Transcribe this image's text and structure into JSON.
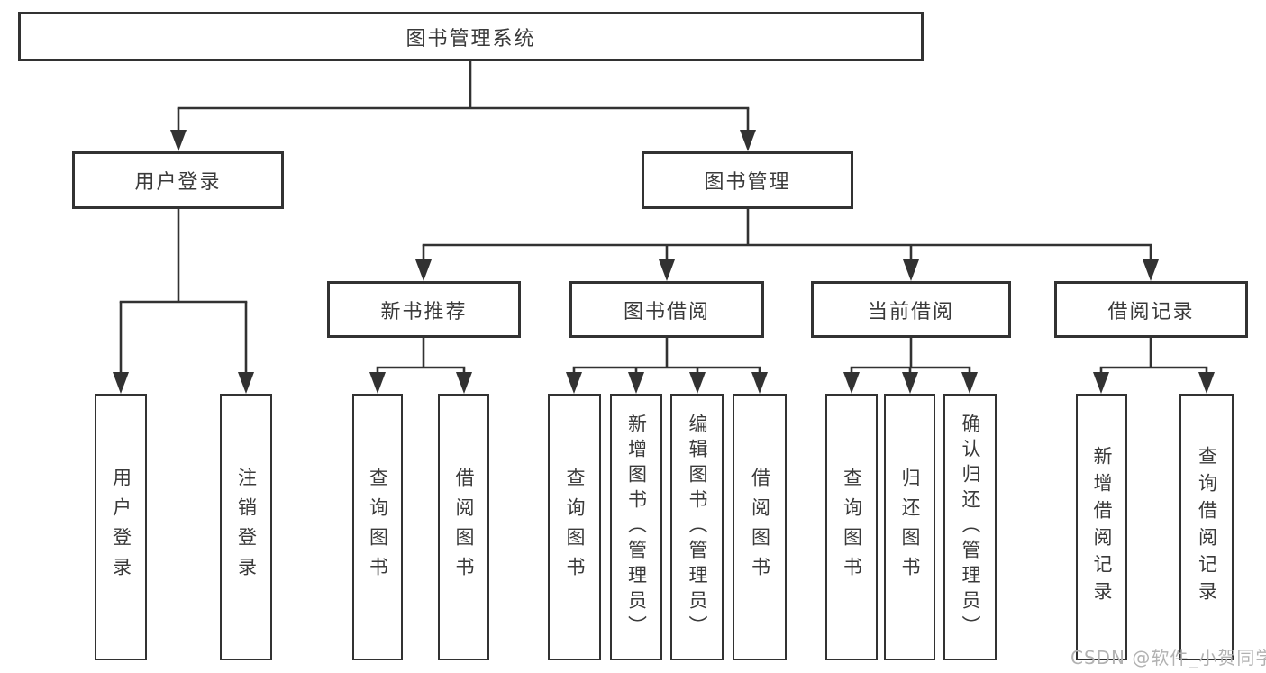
{
  "colors": {
    "line": "#323232",
    "box_border": "#323232",
    "text": "#3a3a3a",
    "watermark": "#b2b2b2",
    "background": "#ffffff"
  },
  "tree": {
    "root": "图书管理系统",
    "user_login": {
      "label": "用户登录",
      "children": [
        "用户登录",
        "注销登录"
      ]
    },
    "book_mgmt": {
      "label": "图书管理",
      "sections": [
        {
          "label": "新书推荐",
          "children": [
            "查询图书",
            "借阅图书"
          ]
        },
        {
          "label": "图书借阅",
          "children": [
            "查询图书",
            "新增图书（管理员）",
            "编辑图书（管理员）",
            "借阅图书"
          ]
        },
        {
          "label": "当前借阅",
          "children": [
            "查询图书",
            "归还图书",
            "确认归还（管理员）"
          ]
        },
        {
          "label": "借阅记录",
          "children": [
            "新增借阅记录",
            "查询借阅记录"
          ]
        }
      ]
    }
  },
  "watermark": "CSDN @软件_小贺同学"
}
